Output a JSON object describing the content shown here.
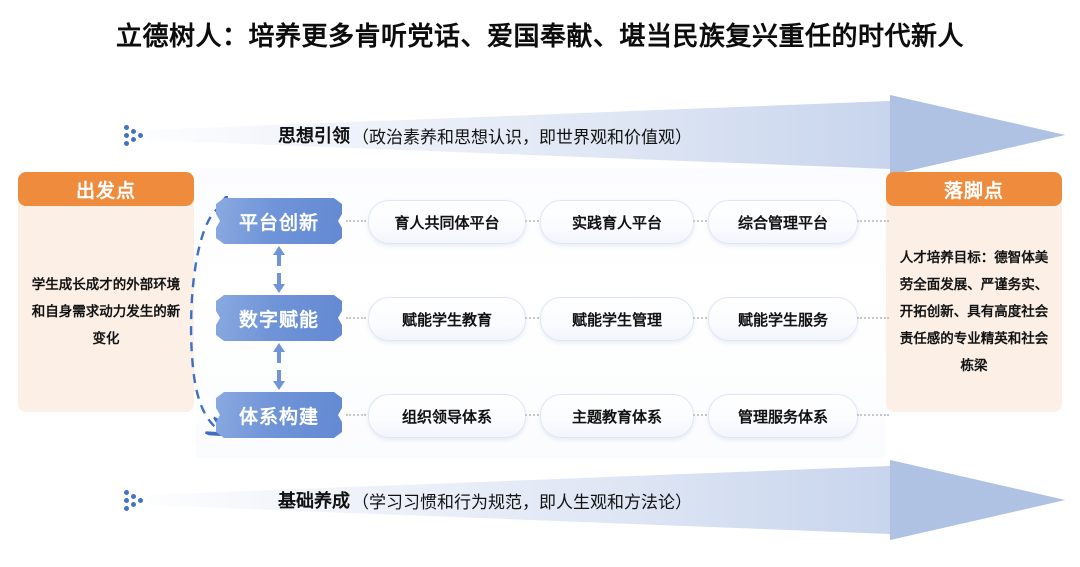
{
  "title": "立德树人：培养更多肯听党话、爱国奉献、堪当民族复兴重任的时代新人",
  "banners": {
    "top": {
      "strong": "思想引领",
      "rest": "（政治素养和思想认识，即世界观和价值观）",
      "icon": "chevron-right-dots-icon"
    },
    "bottom": {
      "strong": "基础养成",
      "rest": "（学习习惯和行为规范，即人生观和方法论）",
      "icon": "chevron-right-dots-icon"
    }
  },
  "panels": {
    "left": {
      "header": "出发点",
      "body": "学生成长成才的外部环境和自身需求动力发生的新变化"
    },
    "right": {
      "header": "落脚点",
      "body": "人才培养目标：德智体美劳全面发展、严谨务实、开拓创新、具有高度社会责任感的专业精英和社会栋梁"
    }
  },
  "rows": [
    {
      "pillar": "平台创新",
      "cards": [
        "育人共同体平台",
        "实践育人平台",
        "综合管理平台"
      ]
    },
    {
      "pillar": "数字赋能",
      "cards": [
        "赋能学生教育",
        "赋能学生管理",
        "赋能学生服务"
      ]
    },
    {
      "pillar": "体系构建",
      "cards": [
        "组织领导体系",
        "主题教育体系",
        "管理服务体系"
      ]
    }
  ],
  "colors": {
    "orange": "#ee8b3c",
    "panel_body": "#fbefe6",
    "pill_blue": "#6f94d8",
    "arrow_blue": "#afc2e4",
    "chevron_blue": "#4472c4",
    "dotted_gray": "#c7c7c7"
  }
}
